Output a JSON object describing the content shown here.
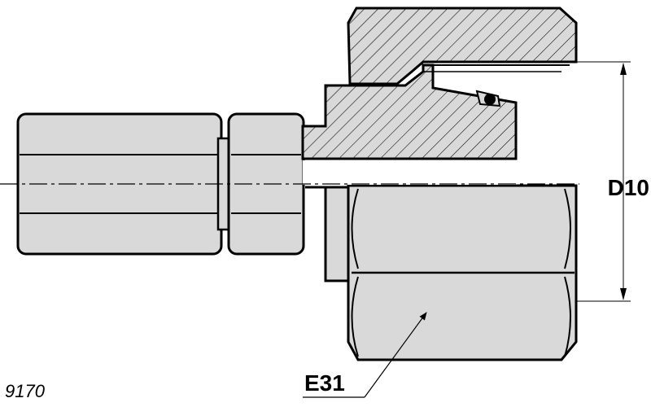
{
  "drawing": {
    "figure_code": "9170",
    "labels": {
      "diameter": "D10",
      "thread": "E31"
    },
    "colors": {
      "part_fill": "#d9d9d9",
      "outline": "#000000",
      "background": "#ffffff"
    }
  }
}
